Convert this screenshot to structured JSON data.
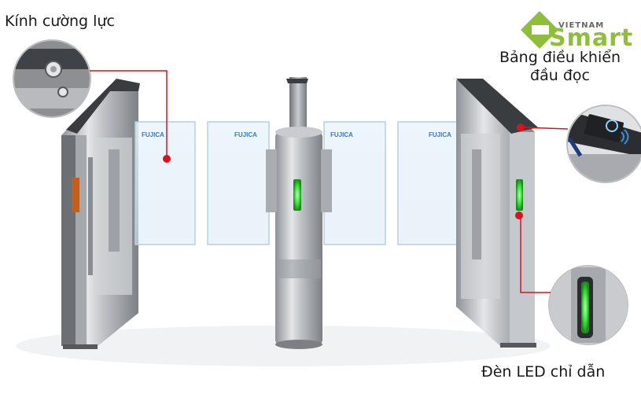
{
  "labels": {
    "glass": "Kính cường lực",
    "panel_line1": "Bảng điều khiển",
    "panel_line2": "đầu đọc",
    "led": "Đèn LED chỉ dẫn"
  },
  "logo": {
    "top": "VIETNAM",
    "main": "Smart"
  },
  "panel_brand": "FUJICA",
  "colors": {
    "marker": "#d7141e",
    "led": "#3cdc3c",
    "logo_green": "#8fbe3c",
    "steel": "#b9bcc0"
  }
}
